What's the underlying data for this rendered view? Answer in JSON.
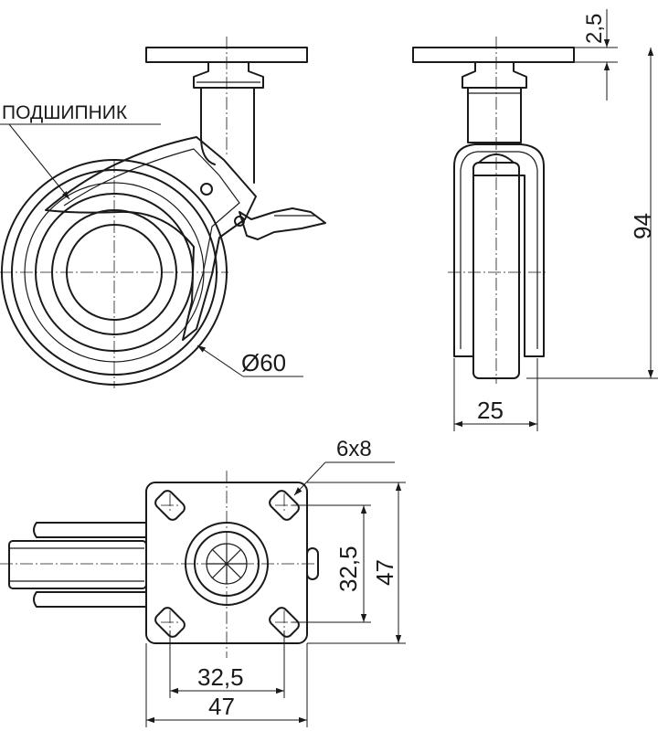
{
  "labels": {
    "bearing": "ПОДШИПНИК",
    "wheel_diameter": "Ø60",
    "plate_thickness": "2,5",
    "total_height": "94",
    "wheel_width": "25",
    "bolt_holes": "6x8",
    "hole_spacing_vertical": "32,5",
    "plate_height": "47",
    "hole_spacing_horizontal": "32,5",
    "plate_width": "47"
  }
}
